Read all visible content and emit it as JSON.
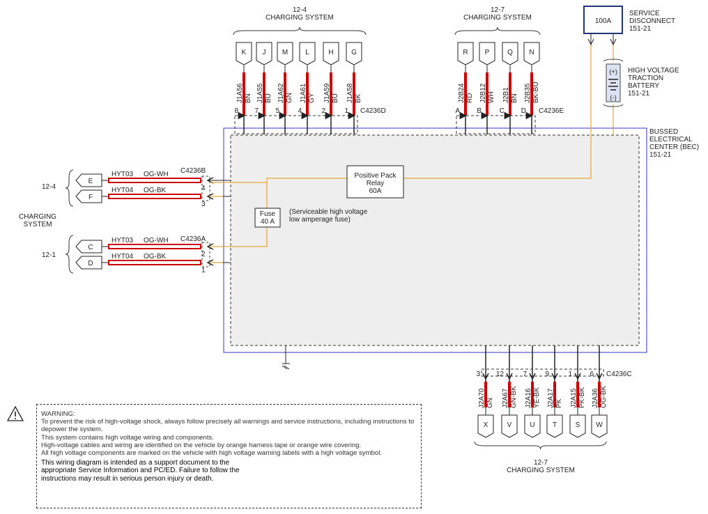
{
  "colors": {
    "hv": "#e8a43a",
    "wire": "#cc0000",
    "bec_border": "#3333cc",
    "line": "#222222"
  },
  "top_left_group": {
    "ref": "12-4",
    "title": "CHARGING SYSTEM",
    "connector": "C4236D",
    "pins": [
      {
        "letter": "K",
        "circuit": "J1A56",
        "color": "BN",
        "num": "8"
      },
      {
        "letter": "J",
        "circuit": "J1A55",
        "color": "BU",
        "num": "7"
      },
      {
        "letter": "M",
        "circuit": "J1A62",
        "color": "GN",
        "num": "5"
      },
      {
        "letter": "L",
        "circuit": "J1A61",
        "color": "GY",
        "num": "4"
      },
      {
        "letter": "H",
        "circuit": "J1A59",
        "color": "BU",
        "num": "2"
      },
      {
        "letter": "G",
        "circuit": "J1A58",
        "color": "BK",
        "num": "1"
      }
    ]
  },
  "top_right_group": {
    "ref": "12-7",
    "title": "CHARGING SYSTEM",
    "connector": "C4236E",
    "pins": [
      {
        "letter": "R",
        "circuit": "J2B24",
        "color": "RD",
        "num": "A"
      },
      {
        "letter": "P",
        "circuit": "J2B12",
        "color": "WH",
        "num": "B"
      },
      {
        "letter": "Q",
        "circuit": "J2B1",
        "color": "BN",
        "num": "C"
      },
      {
        "letter": "N",
        "circuit": "J2B35",
        "color": "BK-BU",
        "num": "D"
      }
    ]
  },
  "bottom_group": {
    "ref": "12-7",
    "title": "CHARGING SYSTEM",
    "connector": "C4236C",
    "pins": [
      {
        "letter": "X",
        "circuit": "J2A70",
        "color": "GN",
        "num": "3"
      },
      {
        "letter": "V",
        "circuit": "J2A67",
        "color": "GN-BK",
        "num": "12"
      },
      {
        "letter": "U",
        "circuit": "J2A16",
        "color": "YE-BK",
        "num": "7"
      },
      {
        "letter": "T",
        "circuit": "J2A17",
        "color": "PK",
        "num": "9"
      },
      {
        "letter": "S",
        "circuit": "J2A15",
        "color": "PK-BK",
        "num": "1"
      },
      {
        "letter": "W",
        "circuit": "J2A36",
        "color": "OG-BK",
        "num": "6"
      }
    ]
  },
  "service_disconnect": {
    "rating": "100A",
    "label": "SERVICE\nDISCONNECT\n151-21"
  },
  "battery": {
    "label": "HIGH VOLTAGE\nTRACTION\nBATTERY\n151-21",
    "plus": "(+)",
    "minus": "(-)"
  },
  "bec": {
    "label": "BUSSED\nELECTRICAL\nCENTER (BEC)\n151-21"
  },
  "relay": {
    "label": "Positive Pack\nRelay\n60A"
  },
  "fuse": {
    "label": "Fuse\n40 A",
    "note": "(Serviceable high voltage\nlow amperage fuse)"
  },
  "left_side": {
    "title": "CHARGING\nSYSTEM",
    "upper_ref": "12-4",
    "lower_ref": "12-1",
    "upper": {
      "connector": "C4236B",
      "rows": [
        {
          "letter": "E",
          "circuit": "HYT03",
          "color": "OG-WH",
          "num": "4"
        },
        {
          "letter": "F",
          "circuit": "HYT04",
          "color": "OG-BK",
          "num": "3"
        }
      ]
    },
    "lower": {
      "connector": "C4236A",
      "rows": [
        {
          "letter": "C",
          "circuit": "HYT03",
          "color": "OG-WH",
          "num": "2"
        },
        {
          "letter": "D",
          "circuit": "HYT04",
          "color": "OG-BK",
          "num": "1"
        }
      ]
    }
  },
  "warning": {
    "lines": [
      "WARNING:",
      "To prevent the risk of high-voltage shock, always follow precisely all warnings and service instructions, including instructions to depower the system.",
      "This system contains high voltage wiring and components.",
      "High-voltage cables and wiring are identified on the vehicle by orange harness tape or orange wire covering.",
      "All high voltage components are marked on the vehicle with high voltage warning labels with a high voltage symbol."
    ],
    "note": "This wiring diagram is intended as a support document to the appropriate Service Information and PC/ED.  Failure to follow the instructions may result in serious person injury or death."
  }
}
